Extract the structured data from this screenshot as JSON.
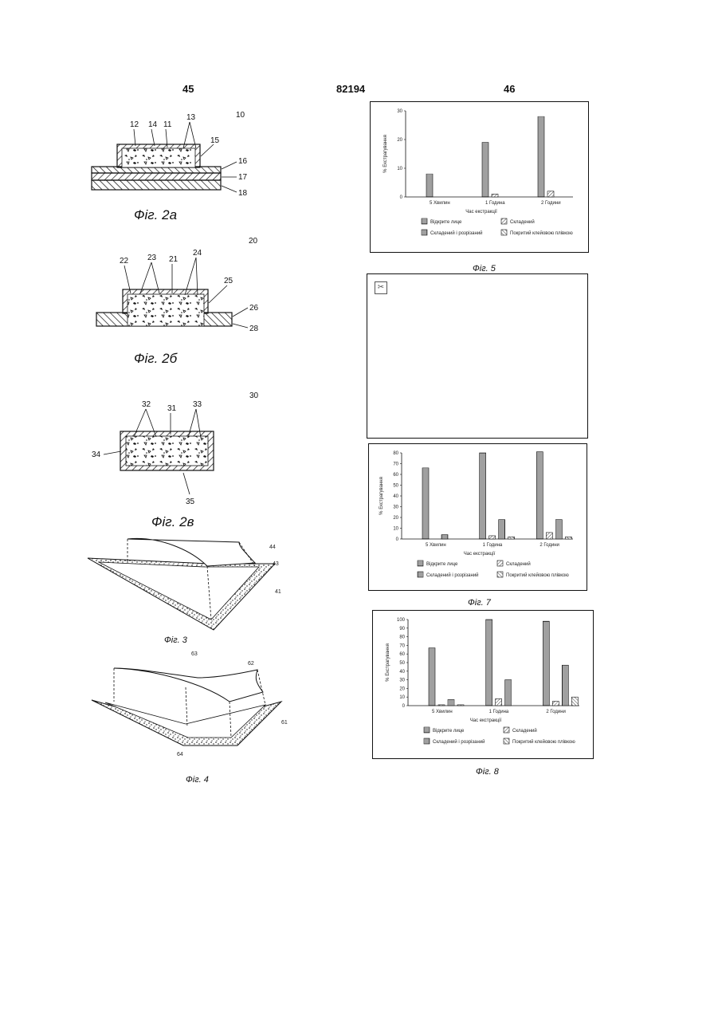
{
  "header": {
    "left": "45",
    "center": "82194",
    "right": "46"
  },
  "figures": {
    "fig2a": {
      "caption": "Фіг. 2а",
      "ref": "10",
      "labels": [
        "12",
        "14",
        "11",
        "13",
        "15",
        "16",
        "17",
        "18"
      ]
    },
    "fig2b": {
      "caption": "Фіг. 2б",
      "ref": "20",
      "labels": [
        "22",
        "23",
        "21",
        "24",
        "25",
        "26",
        "28"
      ]
    },
    "fig2c": {
      "caption": "Фіг. 2в",
      "ref": "30",
      "labels": [
        "32",
        "31",
        "33",
        "34",
        "35"
      ]
    },
    "fig3": {
      "caption": "Фіг. 3",
      "labels": [
        "44",
        "43",
        "41"
      ]
    },
    "fig4": {
      "caption": "Фіг. 4",
      "labels": [
        "63",
        "62",
        "61",
        "64"
      ]
    },
    "fig5": {
      "caption": "Фіг. 5"
    },
    "fig7": {
      "caption": "Фіг. 7"
    },
    "fig8": {
      "caption": "Фіг. 8"
    }
  },
  "chart_data": [
    {
      "type": "bar",
      "id": "fig5",
      "categories": [
        "5 Хвилин",
        "1 Година",
        "2 Години"
      ],
      "xlabel": "Час екстракції",
      "ylabel": "% Екстрагування",
      "ylim": [
        0,
        30
      ],
      "yticks": [
        0,
        10,
        20,
        30
      ],
      "series": [
        {
          "name": "Відкрите лице",
          "values": [
            8,
            19,
            28
          ],
          "pattern": "hlines"
        },
        {
          "name": "Складений",
          "values": [
            0,
            1,
            2
          ],
          "pattern": "diag"
        },
        {
          "name": "Складений і розрізаний",
          "values": [
            0,
            0,
            0
          ],
          "pattern": "vlines"
        },
        {
          "name": "Покритий клейовою плівкою",
          "values": [
            0,
            0,
            0
          ],
          "pattern": "cross"
        }
      ],
      "legend": "bottom"
    },
    {
      "type": "bar",
      "id": "fig7",
      "categories": [
        "5 Хвилин",
        "1 Година",
        "2 Години"
      ],
      "xlabel": "Час екстракції",
      "ylabel": "% Екстрагування",
      "ylim": [
        0,
        80
      ],
      "yticks": [
        0,
        10,
        20,
        30,
        40,
        50,
        60,
        70,
        80
      ],
      "series": [
        {
          "name": "Відкрите лице",
          "values": [
            66,
            80,
            81
          ],
          "pattern": "hlines"
        },
        {
          "name": "Складений",
          "values": [
            0,
            3,
            6
          ],
          "pattern": "diag"
        },
        {
          "name": "Складений і розрізаний",
          "values": [
            4,
            18,
            18
          ],
          "pattern": "vlines"
        },
        {
          "name": "Покритий клейовою плівкою",
          "values": [
            0,
            2,
            2
          ],
          "pattern": "cross"
        }
      ],
      "legend": "bottom"
    },
    {
      "type": "bar",
      "id": "fig8",
      "categories": [
        "5 Хвилин",
        "1 Година",
        "2 Години"
      ],
      "xlabel": "Час екстракції",
      "ylabel": "% Екстрагування",
      "ylim": [
        0,
        100
      ],
      "yticks": [
        0,
        10,
        20,
        30,
        40,
        50,
        60,
        70,
        80,
        90,
        100
      ],
      "series": [
        {
          "name": "Відкрите лице",
          "values": [
            67,
            100,
            98
          ],
          "pattern": "hlines"
        },
        {
          "name": "Складений",
          "values": [
            1,
            8,
            5
          ],
          "pattern": "diag"
        },
        {
          "name": "Складений і розрізаний",
          "values": [
            7,
            30,
            47
          ],
          "pattern": "vlines"
        },
        {
          "name": "Покритий клейовою плівкою",
          "values": [
            1,
            0,
            10
          ],
          "pattern": "cross"
        }
      ],
      "legend": "bottom"
    }
  ]
}
